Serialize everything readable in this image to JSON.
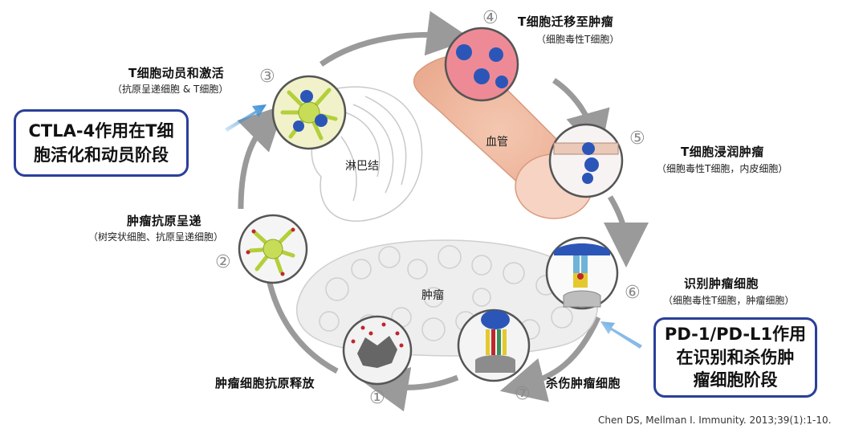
{
  "steps": [
    {
      "number": "①",
      "title": "肿瘤细胞抗原释放",
      "subtitle": ""
    },
    {
      "number": "②",
      "title": "肿瘤抗原呈递",
      "subtitle": "（树突状细胞、抗原呈递细胞）"
    },
    {
      "number": "③",
      "title": "T细胞动员和激活",
      "subtitle": "（抗原呈递细胞 & T细胞）"
    },
    {
      "number": "④",
      "title": "T细胞迁移至肿瘤",
      "subtitle": "（细胞毒性T细胞）"
    },
    {
      "number": "⑤",
      "title": "T细胞浸润肿瘤",
      "subtitle": "（细胞毒性T细胞，内皮细胞）"
    },
    {
      "number": "⑥",
      "title": "识别肿瘤细胞",
      "subtitle": "（细胞毒性T细胞，肿瘤细胞）"
    },
    {
      "number": "⑦",
      "title": "杀伤肿瘤细胞",
      "subtitle": ""
    }
  ],
  "labels": {
    "lymph_node": "淋巴结",
    "blood_vessel": "血管",
    "tumor": "肿瘤"
  },
  "callouts": {
    "ctla4": [
      "CTLA-4作用在T细",
      "胞活化和动员阶段"
    ],
    "pd1": [
      "PD-1/PD-L1作用",
      "在识别和杀伤肿",
      "瘤细胞阶段"
    ]
  },
  "citation": "Chen DS, Mellman I. Immunity. 2013;39(1):1-10.",
  "colors": {
    "callout_border": "#2a3f9a",
    "cycle_arrow": "#9a9a9a",
    "callout_arrow": "#3a8fd6"
  }
}
